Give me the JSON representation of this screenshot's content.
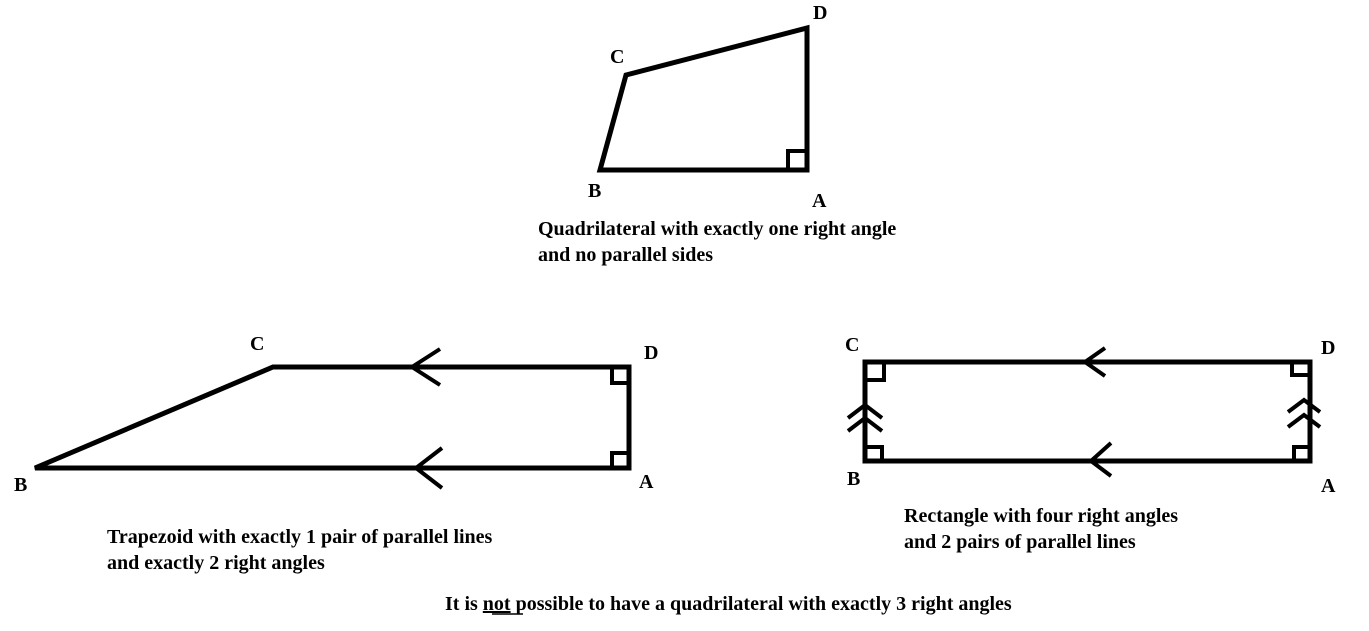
{
  "figures": [
    {
      "labels": {
        "A": "A",
        "B": "B",
        "C": "C",
        "D": "D"
      },
      "caption": [
        "Quadrilateral with exactly one right angle",
        "and no parallel sides"
      ]
    },
    {
      "labels": {
        "A": "A",
        "B": "B",
        "C": "C",
        "D": "D"
      },
      "caption": [
        "Trapezoid with exactly 1 pair of parallel lines",
        "and exactly 2 right angles"
      ]
    },
    {
      "labels": {
        "A": "A",
        "B": "B",
        "C": "C",
        "D": "D"
      },
      "caption": [
        "Rectangle with four right angles",
        "and 2 pairs of parallel lines"
      ]
    }
  ],
  "footer": {
    "before": "It is ",
    "emphasis": "not",
    "after": " possible to have a quadrilateral with exactly 3 right angles"
  }
}
